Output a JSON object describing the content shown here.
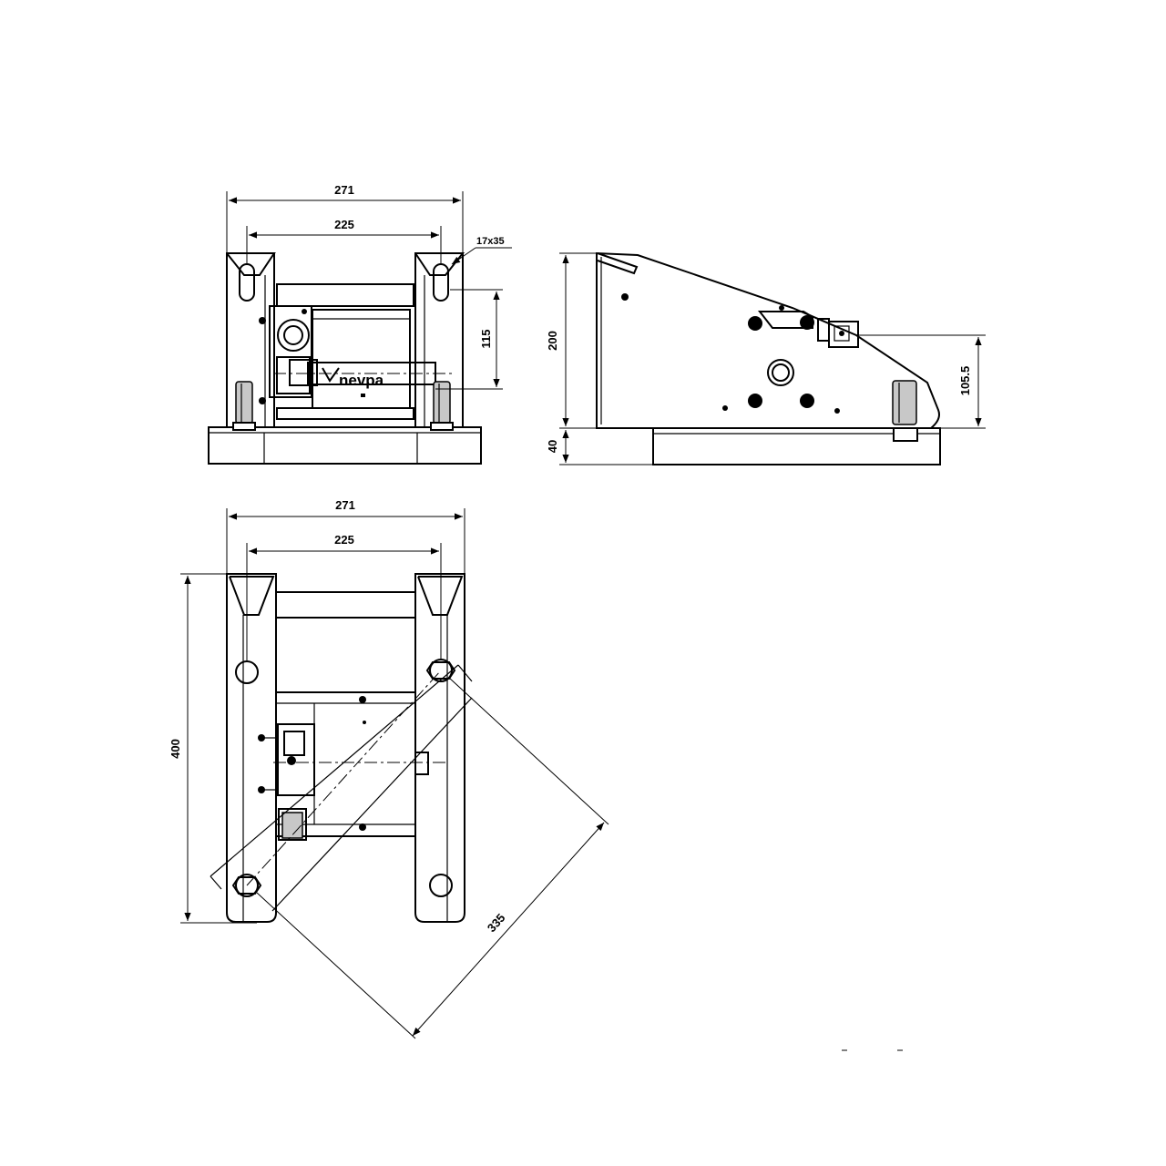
{
  "front_view": {
    "dim_overall_width": "271",
    "dim_inner_width": "225",
    "dim_slot": "17x35",
    "dim_height": "115",
    "logo_text": "nevpa"
  },
  "side_view": {
    "dim_total_height": "200",
    "dim_base_height": "40",
    "dim_axis_height": "105.5"
  },
  "top_view": {
    "dim_overall_width": "271",
    "dim_inner_width": "225",
    "dim_length": "400",
    "dim_diagonal": "335"
  },
  "colors": {
    "line": "#000000",
    "background": "#ffffff"
  }
}
